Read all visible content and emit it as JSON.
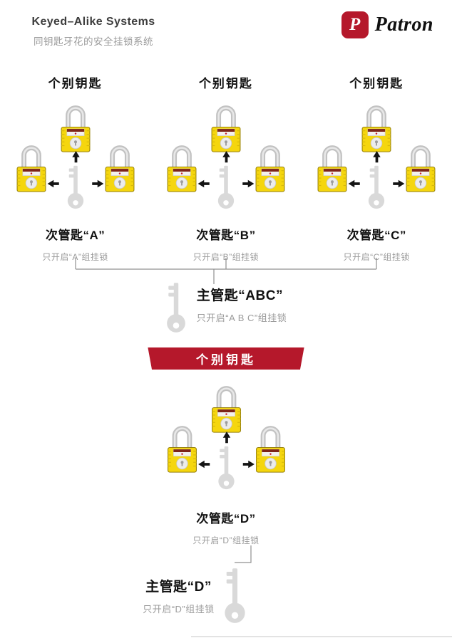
{
  "header": {
    "title": "Keyed–Alike Systems",
    "subtitle": "同钥匙牙花的安全挂锁系统",
    "brand": "Patron",
    "logo_letter": "P"
  },
  "groups": [
    {
      "individual": "个别钥匙",
      "submaster": "次管匙“A”",
      "note": "只开启“A”组挂锁"
    },
    {
      "individual": "个别钥匙",
      "submaster": "次管匙“B”",
      "note": "只开启“B”组挂锁"
    },
    {
      "individual": "个别钥匙",
      "submaster": "次管匙“C”",
      "note": "只开启“C”组挂锁"
    }
  ],
  "master_abc": {
    "label": "主管匙“ABC”",
    "note": "只开启“A B C”组挂锁"
  },
  "group_d": {
    "banner": "个别钥匙",
    "submaster": "次管匙“D”",
    "note": "只开启“D”组挂锁"
  },
  "master_d": {
    "label": "主管匙“D”",
    "note": "只开启“D”组挂锁"
  },
  "icons": {
    "padlock-icon": "yellow laminated safety padlock with silver shackle",
    "key-icon": "gray key silhouette pointing up",
    "arrow-up-icon": "black solid arrow",
    "arrow-left-icon": "black solid arrow",
    "arrow-right-icon": "black solid arrow",
    "patron-logo-icon": "red rounded square badge with white P"
  },
  "colors": {
    "accent_red": "#b5182b",
    "padlock_yellow": "#f5d60e",
    "metal_gray": "#d9d9d9"
  }
}
